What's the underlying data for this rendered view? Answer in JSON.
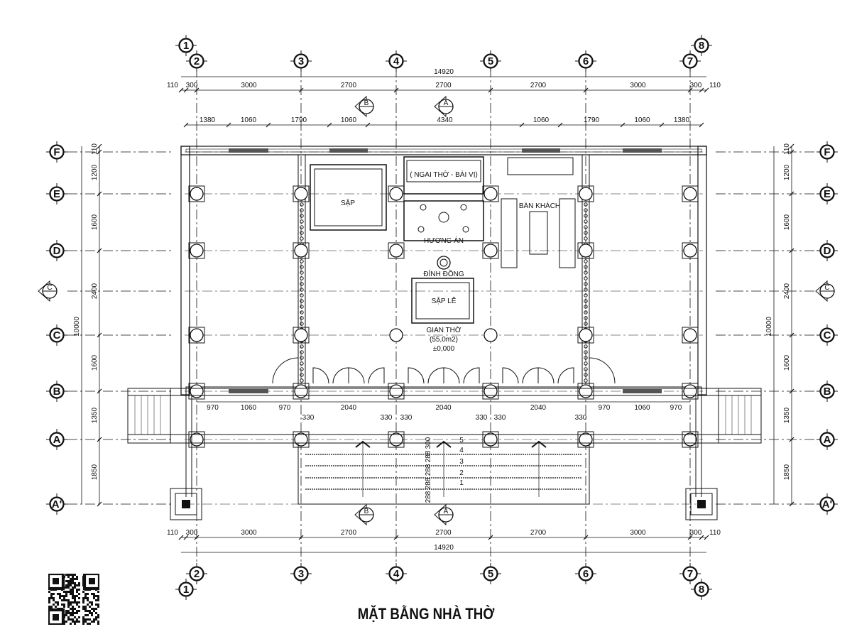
{
  "title": "MẶT BẰNG NHÀ THỜ",
  "grid_x": [
    "1",
    "2",
    "3",
    "4",
    "5",
    "6",
    "7",
    "8"
  ],
  "grid_y": [
    "F",
    "E",
    "D",
    "C",
    "B",
    "A",
    "A'"
  ],
  "dims": {
    "total_width": "14920",
    "top_row1": [
      "110",
      "300",
      "3000",
      "2700",
      "2700",
      "2700",
      "3000",
      "300",
      "110"
    ],
    "top_row2": [
      "1380",
      "1060",
      "1790",
      "1060",
      "4340",
      "1060",
      "1790",
      "1060",
      "1380"
    ],
    "bottom_row": [
      "110",
      "300",
      "3000",
      "2700",
      "2700",
      "2700",
      "3000",
      "300",
      "110"
    ],
    "side": [
      "110",
      "1200",
      "1600",
      "2400",
      "1600",
      "1350",
      "1850"
    ],
    "total_depth": "10000",
    "porch_row1": [
      "970",
      "1060",
      "970",
      "2040",
      "2040",
      "2040",
      "970",
      "1060",
      "970"
    ],
    "porch_row2": [
      "330",
      "330",
      "330",
      "330",
      "330",
      "330"
    ]
  },
  "rooms": {
    "sap": "SẬP",
    "ngai_tho": "( NGAI THỜ - BÀI VỊ)",
    "huong_an": "HƯƠNG ÁN",
    "ban_khach": "BÀN KHÁCH",
    "dinh_dong": "ĐỈNH ĐỒNG",
    "sap_le": "SẬP LỄ",
    "gian_tho": "GIAN THỜ",
    "area": "(55,0m2)",
    "level": "±0,000"
  },
  "section_markers": {
    "b": "B",
    "a": "A",
    "c": "C"
  },
  "stairs": {
    "steps": [
      "1",
      "2",
      "3",
      "4",
      "5"
    ],
    "risers": [
      "300",
      "288",
      "288",
      "288",
      "288"
    ]
  }
}
